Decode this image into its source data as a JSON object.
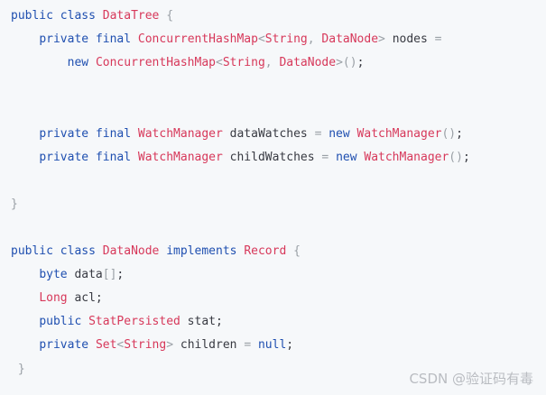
{
  "code": {
    "lines": [
      {
        "indent": "",
        "tokens": [
          [
            "kw",
            "public"
          ],
          [
            "plain",
            " "
          ],
          [
            "kw",
            "class"
          ],
          [
            "plain",
            " "
          ],
          [
            "type",
            "DataTree"
          ],
          [
            "plain",
            " "
          ],
          [
            "punc",
            "{"
          ]
        ]
      },
      {
        "indent": "    ",
        "tokens": [
          [
            "kw",
            "private"
          ],
          [
            "plain",
            " "
          ],
          [
            "kw",
            "final"
          ],
          [
            "plain",
            " "
          ],
          [
            "type",
            "ConcurrentHashMap"
          ],
          [
            "punc",
            "<"
          ],
          [
            "type",
            "String"
          ],
          [
            "punc",
            ", "
          ],
          [
            "type",
            "DataNode"
          ],
          [
            "punc",
            ">"
          ],
          [
            "plain",
            " nodes "
          ],
          [
            "punc",
            "="
          ]
        ]
      },
      {
        "indent": "        ",
        "tokens": [
          [
            "kw",
            "new"
          ],
          [
            "plain",
            " "
          ],
          [
            "type",
            "ConcurrentHashMap"
          ],
          [
            "punc",
            "<"
          ],
          [
            "type",
            "String"
          ],
          [
            "punc",
            ", "
          ],
          [
            "type",
            "DataNode"
          ],
          [
            "punc",
            ">()"
          ],
          [
            "plain",
            ";"
          ]
        ]
      },
      {
        "indent": "",
        "tokens": []
      },
      {
        "indent": "",
        "tokens": []
      },
      {
        "indent": "    ",
        "tokens": [
          [
            "kw",
            "private"
          ],
          [
            "plain",
            " "
          ],
          [
            "kw",
            "final"
          ],
          [
            "plain",
            " "
          ],
          [
            "type",
            "WatchManager"
          ],
          [
            "plain",
            " dataWatches "
          ],
          [
            "punc",
            "="
          ],
          [
            "plain",
            " "
          ],
          [
            "kw",
            "new"
          ],
          [
            "plain",
            " "
          ],
          [
            "type",
            "WatchManager"
          ],
          [
            "punc",
            "()"
          ],
          [
            "plain",
            ";"
          ]
        ]
      },
      {
        "indent": "    ",
        "tokens": [
          [
            "kw",
            "private"
          ],
          [
            "plain",
            " "
          ],
          [
            "kw",
            "final"
          ],
          [
            "plain",
            " "
          ],
          [
            "type",
            "WatchManager"
          ],
          [
            "plain",
            " childWatches "
          ],
          [
            "punc",
            "="
          ],
          [
            "plain",
            " "
          ],
          [
            "kw",
            "new"
          ],
          [
            "plain",
            " "
          ],
          [
            "type",
            "WatchManager"
          ],
          [
            "punc",
            "()"
          ],
          [
            "plain",
            ";"
          ]
        ]
      },
      {
        "indent": "",
        "tokens": []
      },
      {
        "indent": "",
        "tokens": [
          [
            "punc",
            "}"
          ]
        ]
      },
      {
        "indent": "",
        "tokens": []
      },
      {
        "indent": "",
        "tokens": [
          [
            "kw",
            "public"
          ],
          [
            "plain",
            " "
          ],
          [
            "kw",
            "class"
          ],
          [
            "plain",
            " "
          ],
          [
            "type",
            "DataNode"
          ],
          [
            "plain",
            " "
          ],
          [
            "kw",
            "implements"
          ],
          [
            "plain",
            " "
          ],
          [
            "type",
            "Record"
          ],
          [
            "plain",
            " "
          ],
          [
            "punc",
            "{"
          ]
        ]
      },
      {
        "indent": "    ",
        "tokens": [
          [
            "kw",
            "byte"
          ],
          [
            "plain",
            " data"
          ],
          [
            "punc",
            "[]"
          ],
          [
            "plain",
            ";"
          ]
        ]
      },
      {
        "indent": "    ",
        "tokens": [
          [
            "type",
            "Long"
          ],
          [
            "plain",
            " acl;"
          ]
        ]
      },
      {
        "indent": "    ",
        "tokens": [
          [
            "kw",
            "public"
          ],
          [
            "plain",
            " "
          ],
          [
            "type",
            "StatPersisted"
          ],
          [
            "plain",
            " stat;"
          ]
        ]
      },
      {
        "indent": "    ",
        "tokens": [
          [
            "kw",
            "private"
          ],
          [
            "plain",
            " "
          ],
          [
            "type",
            "Set"
          ],
          [
            "punc",
            "<"
          ],
          [
            "type",
            "String"
          ],
          [
            "punc",
            ">"
          ],
          [
            "plain",
            " children "
          ],
          [
            "punc",
            "="
          ],
          [
            "plain",
            " "
          ],
          [
            "kw",
            "null"
          ],
          [
            "plain",
            ";"
          ]
        ]
      },
      {
        "indent": " ",
        "tokens": [
          [
            "punc",
            "}"
          ]
        ]
      }
    ]
  },
  "watermark": "CSDN @验证码有毒",
  "colors": {
    "background": "#f6f8fa",
    "keyword": "#1f4fb0",
    "type": "#d7385a",
    "plain": "#383a42",
    "punctuation": "#9aa0a6"
  }
}
